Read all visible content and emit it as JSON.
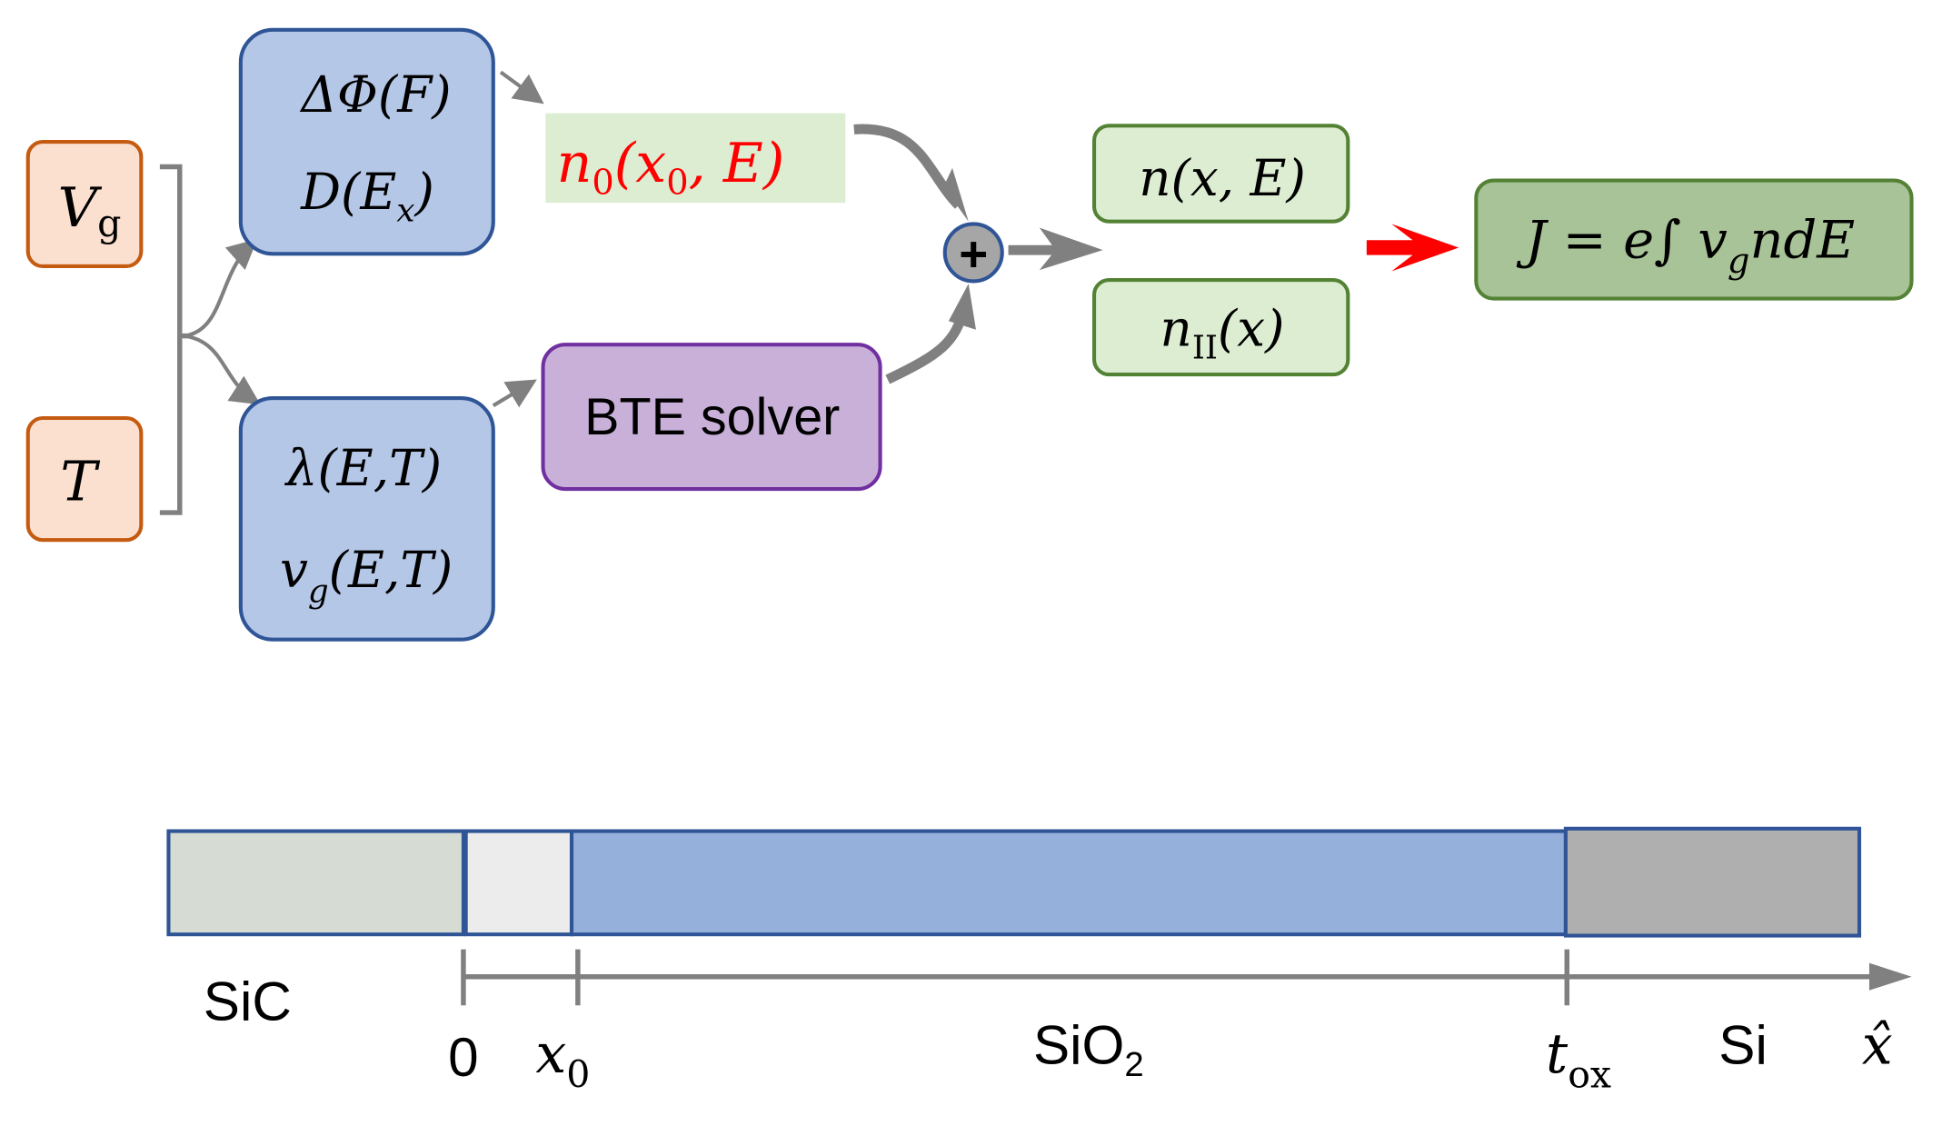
{
  "inputs": {
    "vg": "V",
    "vg_sub": "g",
    "t": "T"
  },
  "box_top": {
    "line1": "ΔΦ(F)",
    "line2_pre": "D(E",
    "line2_sub": "x",
    "line2_post": ")"
  },
  "box_bottom": {
    "line1": "λ(E,T)",
    "line2_pre": "v",
    "line2_sub": "g",
    "line2_post": "(E,T)"
  },
  "n0": {
    "pre": "n",
    "sub": "0",
    "mid": "(x",
    "sub2": "0",
    "post": ", E)"
  },
  "bte": {
    "label": "BTE solver"
  },
  "plus": {
    "label": "+"
  },
  "outputs": {
    "nxe": "n(x, E)",
    "nii_pre": "n",
    "nii_sub": "II",
    "nii_post": "(x)"
  },
  "current": {
    "pre": "J = e∫ v",
    "sub": "g",
    "post": "ndE"
  },
  "axis": {
    "regions": [
      "SiC",
      "Si"
    ],
    "sio2": "SiO",
    "sio2_sub": "2",
    "tick0": "0",
    "x0": "x",
    "x0_sub": "0",
    "tox": "t",
    "tox_sub": "ox",
    "xhat": "x̂"
  },
  "colors": {
    "input": "#fbe0cf",
    "param": "#b4c7e7",
    "bte": "#c9b0d9",
    "out": "#dcedd2",
    "current": "#a8c397",
    "sio2": "#96b0dc",
    "arrow": "#808080",
    "red": "#ff0000"
  }
}
